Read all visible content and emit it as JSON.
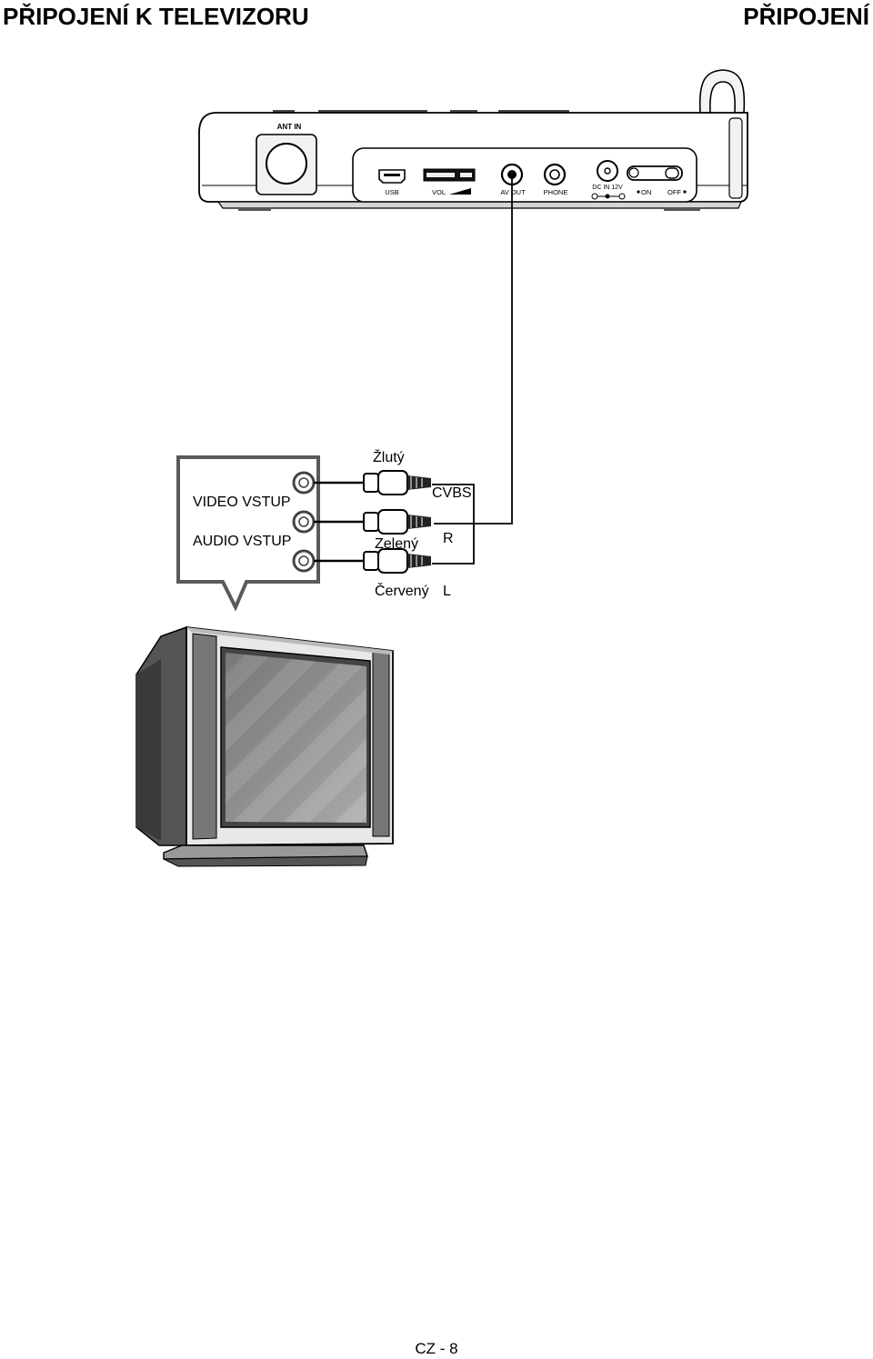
{
  "header": {
    "left_title": "PŘIPOJENÍ K TELEVIZORU",
    "right_title": "PŘIPOJENÍ"
  },
  "device_panel": {
    "ant_in": "ANT IN",
    "usb": "USB",
    "vol": "VOL",
    "av_out": "AV OUT",
    "phone": "PHONE",
    "dc_in": "DC IN 12V",
    "on": "ON",
    "off": "OFF"
  },
  "tv_inputs": {
    "video_label": "VIDEO VSTUP",
    "audio_label": "AUDIO VSTUP"
  },
  "cables": {
    "yellow": "Žlutý",
    "green": "Zelený",
    "red": "Červený",
    "cvbs": "CVBS",
    "r": "R",
    "l": "L"
  },
  "footer": {
    "page": "CZ - 8"
  }
}
